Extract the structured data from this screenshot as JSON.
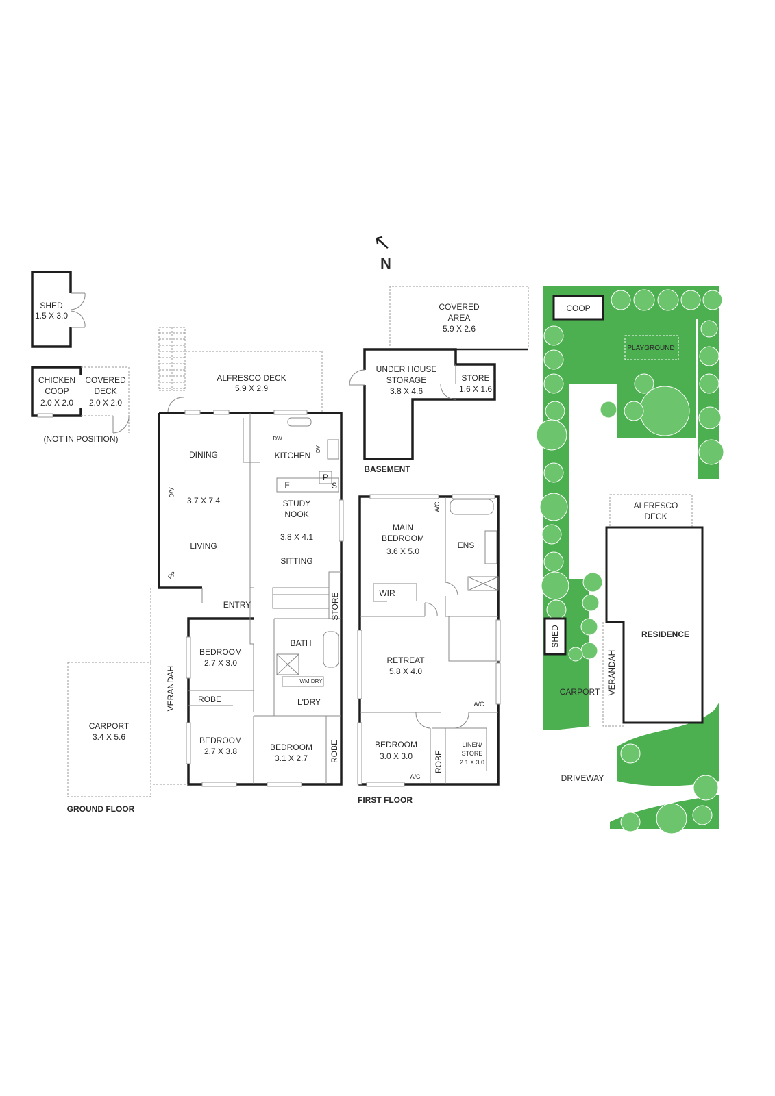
{
  "north": "N",
  "colors": {
    "site_green": "#4caf50",
    "tree_green": "#6cc46c",
    "wall": "#1e1e1e"
  },
  "outbuildings": {
    "shed": {
      "name": "SHED",
      "size": "1.5 X 3.0"
    },
    "chicken_coop": {
      "name1": "CHICKEN",
      "name2": "COOP",
      "size": "2.0 X 2.0"
    },
    "covered_deck": {
      "name1": "COVERED",
      "name2": "DECK",
      "size": "2.0 X 2.0"
    },
    "note": "(NOT IN POSITION)"
  },
  "ground_floor": {
    "title": "GROUND FLOOR",
    "alfresco": {
      "name": "ALFRESCO DECK",
      "size": "5.9 X 2.9"
    },
    "dining": "DINING",
    "dining_size": "3.7 X 7.4",
    "living": "LIVING",
    "ac": "A/C",
    "fp": "FP",
    "kitchen": "KITCHEN",
    "dw": "DW",
    "ov": "OV",
    "fridge": "F",
    "pantry": "P",
    "s": "S",
    "study": {
      "name1": "STUDY",
      "name2": "NOOK",
      "size": "3.8 X 4.1",
      "name3": "SITTING"
    },
    "store": "STORE",
    "entry": "ENTRY",
    "bath": "BATH",
    "wm_dry": "WM DRY",
    "laundry": "L'DRY",
    "bedroom1": {
      "name": "BEDROOM",
      "size": "2.7 X 3.0"
    },
    "robe1": "ROBE",
    "bedroom2": {
      "name": "BEDROOM",
      "size": "2.7 X 3.8"
    },
    "bedroom3": {
      "name": "BEDROOM",
      "size": "3.1 X 2.7"
    },
    "robe2": "ROBE",
    "verandah": "VERANDAH",
    "carport": {
      "name": "CARPORT",
      "size": "3.4 X 5.6"
    }
  },
  "basement": {
    "title": "BASEMENT",
    "covered": {
      "name1": "COVERED",
      "name2": "AREA",
      "size": "5.9 X 2.6"
    },
    "storage": {
      "name1": "UNDER HOUSE",
      "name2": "STORAGE",
      "size": "3.8 X 4.6"
    },
    "store": {
      "name": "STORE",
      "size": "1.6 X 1.6"
    }
  },
  "first_floor": {
    "title": "FIRST FLOOR",
    "main_bedroom": {
      "name1": "MAIN",
      "name2": "BEDROOM",
      "size": "3.6 X 5.0"
    },
    "ac1": "A/C",
    "ens": "ENS",
    "wir": "WIR",
    "retreat": {
      "name": "RETREAT",
      "size": "5.8 X 4.0"
    },
    "ac2": "A/C",
    "bedroom": {
      "name": "BEDROOM",
      "size": "3.0 X 3.0"
    },
    "ac3": "A/C",
    "robe": "ROBE",
    "linen": {
      "name1": "LINEN/",
      "name2": "STORE",
      "size": "2.1 X 3.0"
    }
  },
  "site": {
    "coop": "COOP",
    "playground": "PLAYGROUND",
    "alfresco": {
      "name1": "ALFRESCO",
      "name2": "DECK"
    },
    "residence": "RESIDENCE",
    "shed": "SHED",
    "verandah": "VERANDAH",
    "carport": "CARPORT",
    "driveway": "DRIVEWAY"
  }
}
